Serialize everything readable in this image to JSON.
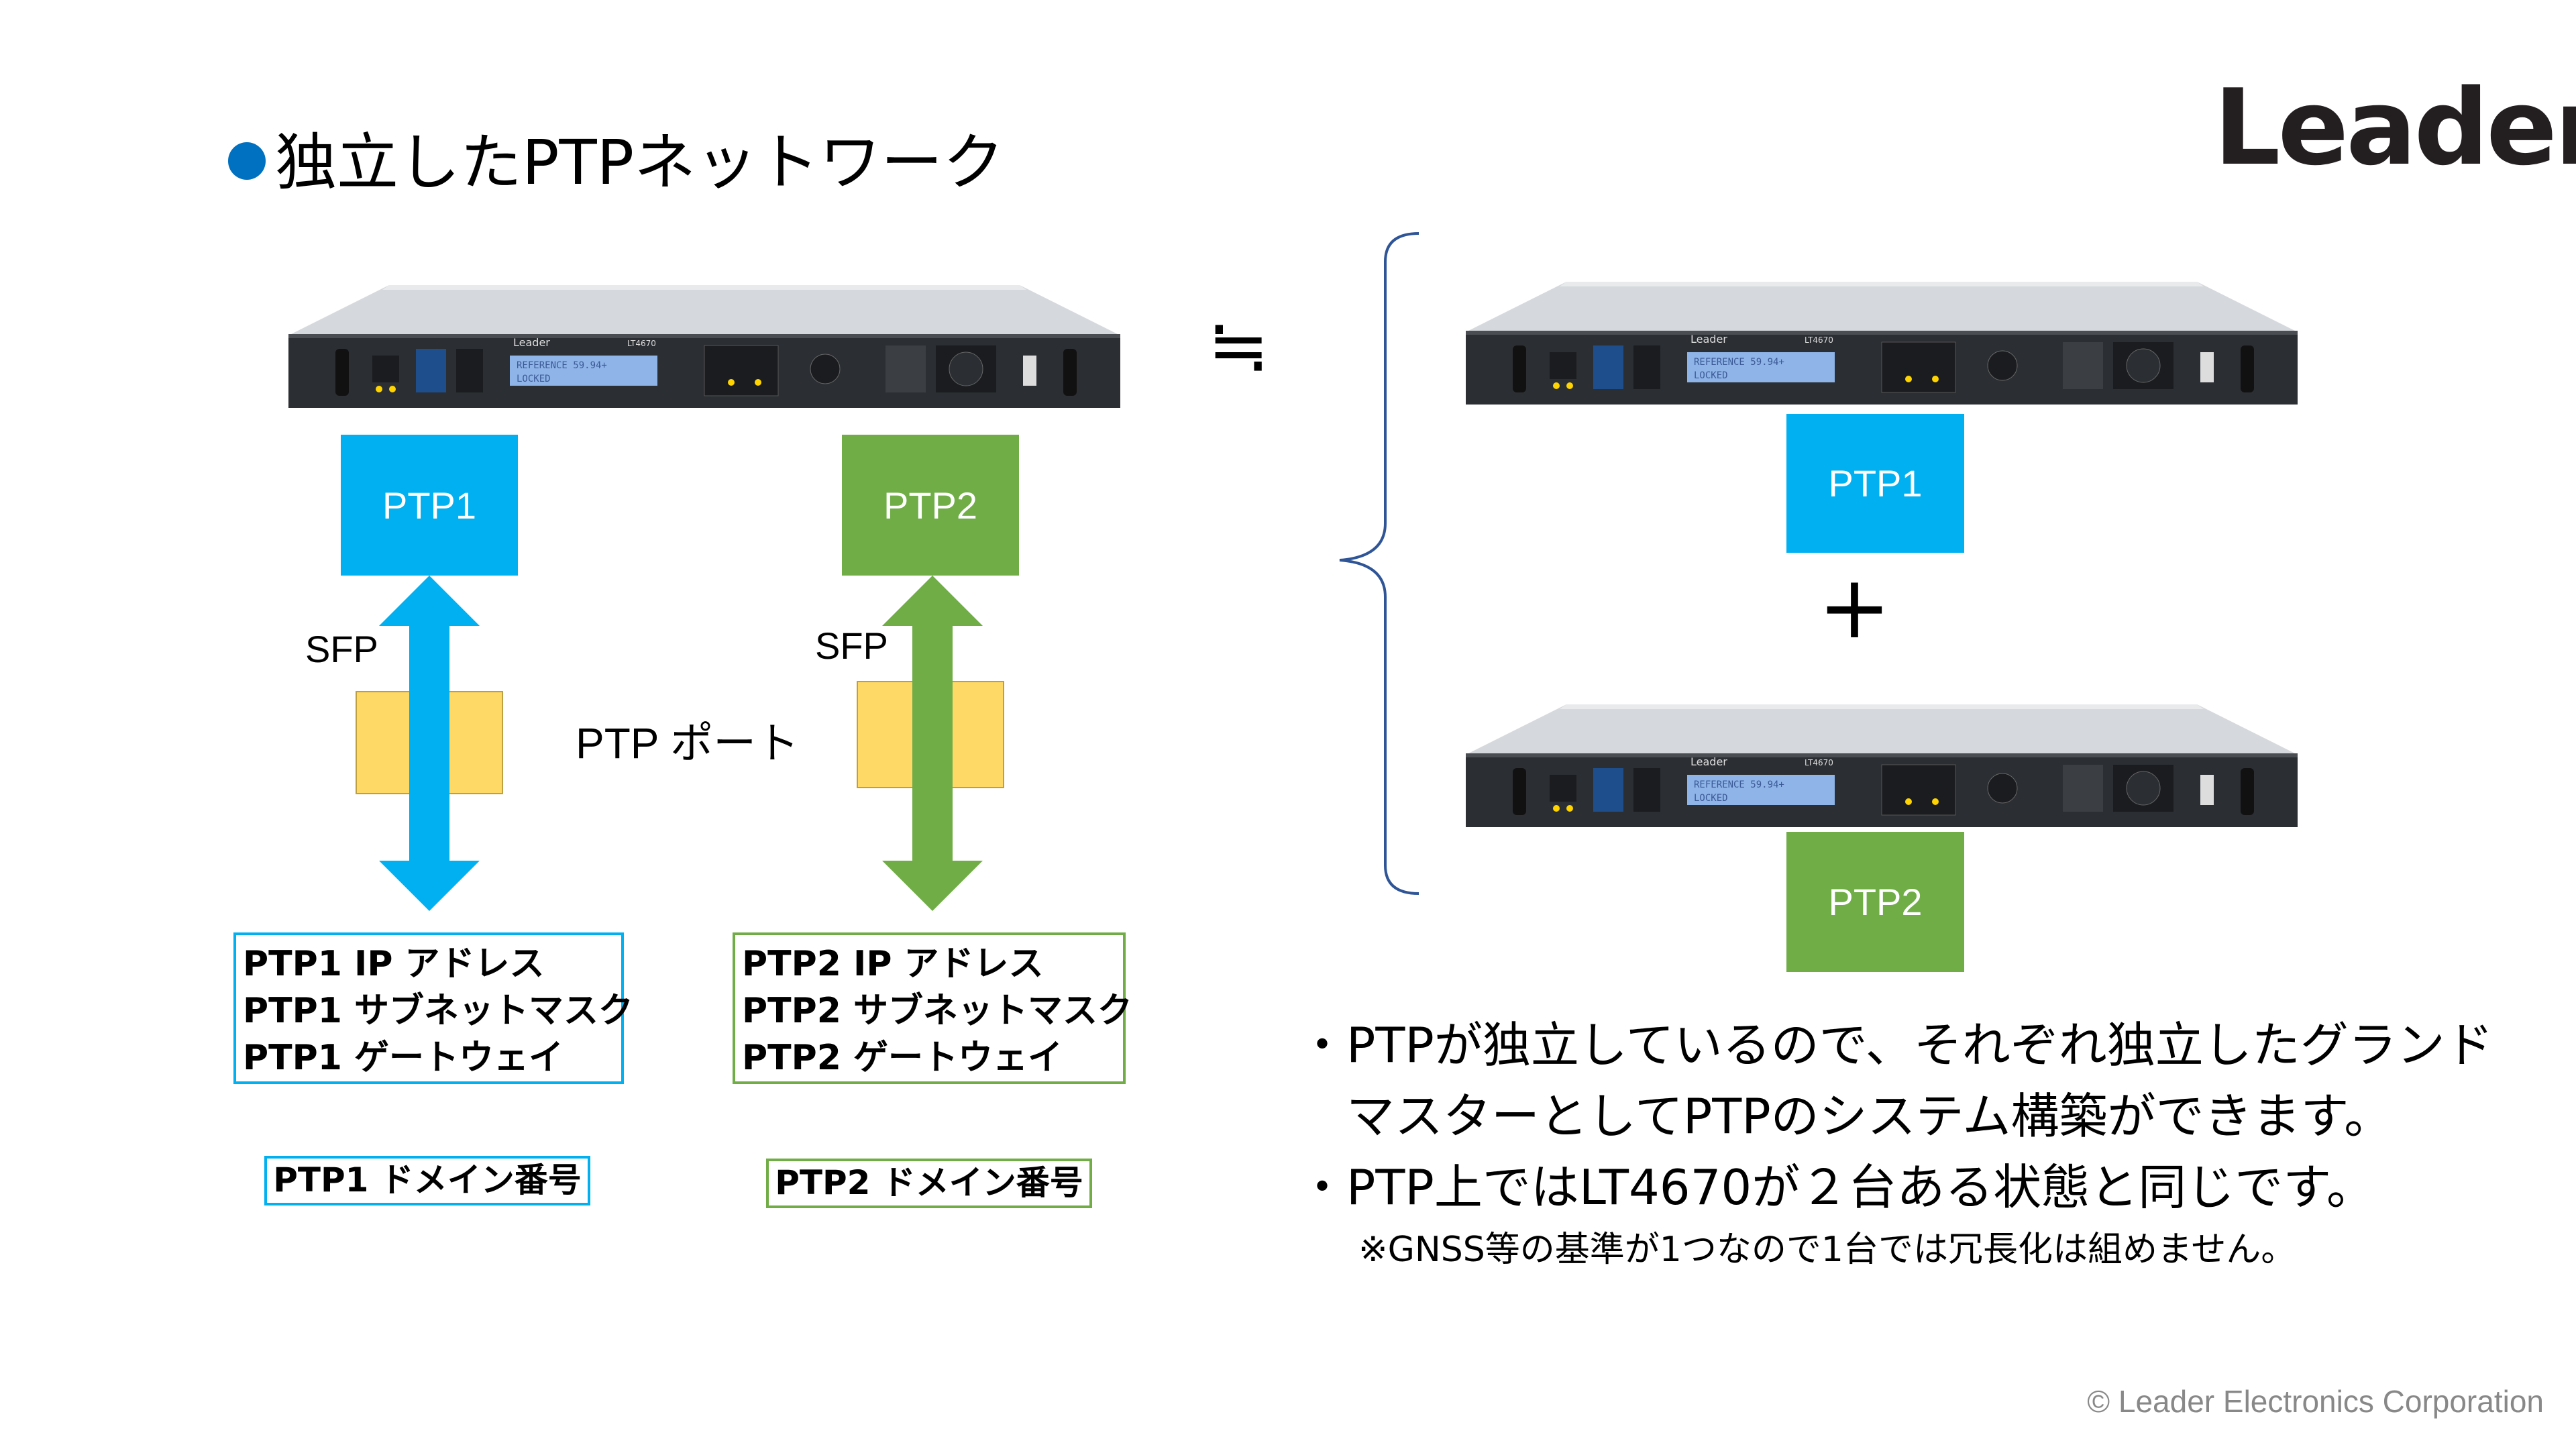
{
  "title": "独立したPTPネットワーク",
  "logo": "Leader",
  "copyright": "© Leader Electronics Corporation",
  "approx_symbol": "≒",
  "plus_symbol": "+",
  "device": {
    "brand": "Leader",
    "model": "LT4670",
    "display_line1": "REFERENCE 59.94+",
    "display_line2": "LOCKED"
  },
  "left": {
    "ptp1_box": "PTP1",
    "ptp2_box": "PTP2",
    "sfp1_label": "SFP",
    "sfp2_label": "SFP",
    "port_label": "PTP ポート",
    "ptp1_info": [
      "PTP1 IP アドレス",
      "PTP1 サブネットマスク",
      "PTP1 ゲートウェイ"
    ],
    "ptp2_info": [
      "PTP2 IP アドレス",
      "PTP2 サブネットマスク",
      "PTP2 ゲートウェイ"
    ],
    "ptp1_domain": "PTP1 ドメイン番号",
    "ptp2_domain": "PTP2 ドメイン番号"
  },
  "right": {
    "ptp1_box": "PTP1",
    "ptp2_box": "PTP2"
  },
  "notes": {
    "line1": "・PTPが独立しているので、それぞれ独立したグランド",
    "line2": "　マスターとしてPTPのシステム構築ができます。",
    "line3": "・PTP上ではLT4670が２台ある状態と同じです。",
    "footnote": "※GNSS等の基準が1つなので1台では冗長化は組めません。"
  },
  "colors": {
    "ptp1": "#00b0f0",
    "ptp2": "#70ad47",
    "sfp": "#ffd966",
    "bullet": "#0070c0"
  }
}
